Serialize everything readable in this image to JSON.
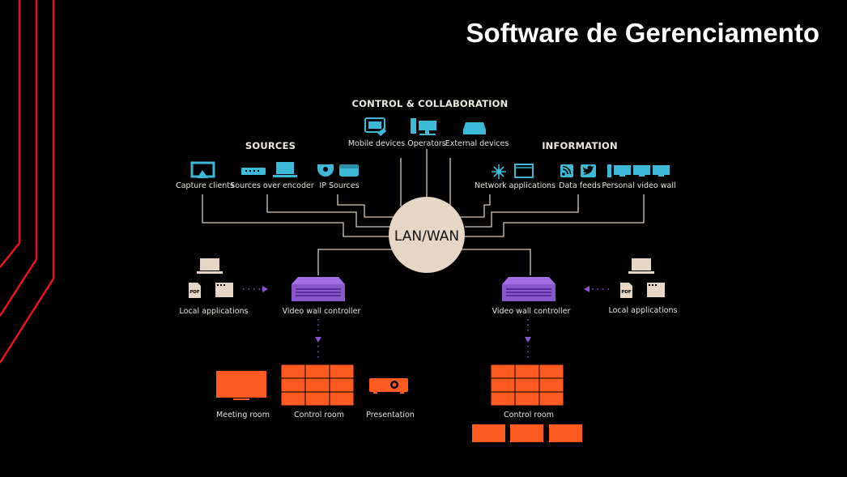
{
  "title": "Software de Gerenciamento",
  "hub": {
    "label": "LAN/WAN"
  },
  "groups": {
    "control": {
      "heading": "CONTROL & COLLABORATION",
      "items": [
        {
          "label": "Mobile devices",
          "icon": "tablet-icon"
        },
        {
          "label": "Operators",
          "icon": "operator-workstation-icon"
        },
        {
          "label": "External devices",
          "icon": "external-device-icon"
        }
      ]
    },
    "sources": {
      "heading": "SOURCES",
      "items": [
        {
          "label": "Capture clients",
          "icon": "airplay-monitor-icon"
        },
        {
          "label": "Sources over encoder",
          "icon": "encoder-laptop-icon"
        },
        {
          "label": "IP Sources",
          "icon": "ip-camera-icon"
        }
      ]
    },
    "information": {
      "heading": "INFORMATION",
      "items": [
        {
          "label": "Network applications",
          "icon": "network-app-icon"
        },
        {
          "label": "Data feeds",
          "icon": "rss-twitter-icon"
        },
        {
          "label": "Personal video wall",
          "icon": "monitors-icon"
        }
      ]
    }
  },
  "left": {
    "local_apps": "Local applications",
    "controller": "Video wall controller",
    "outputs": [
      "Meeting room",
      "Control room",
      "Presentation"
    ]
  },
  "right": {
    "local_apps": "Local applications",
    "controller": "Video wall controller",
    "outputs": [
      "Control room"
    ]
  },
  "icons": {
    "pdf": "PDF"
  },
  "colors": {
    "background": "#000000",
    "cyan": "#3bb9d6",
    "beige": "#e7d6c4",
    "purple": "#8a56cc",
    "orange": "#ff5a1f",
    "wire": "#d9cbbd",
    "accent_red": "#e8141c"
  }
}
